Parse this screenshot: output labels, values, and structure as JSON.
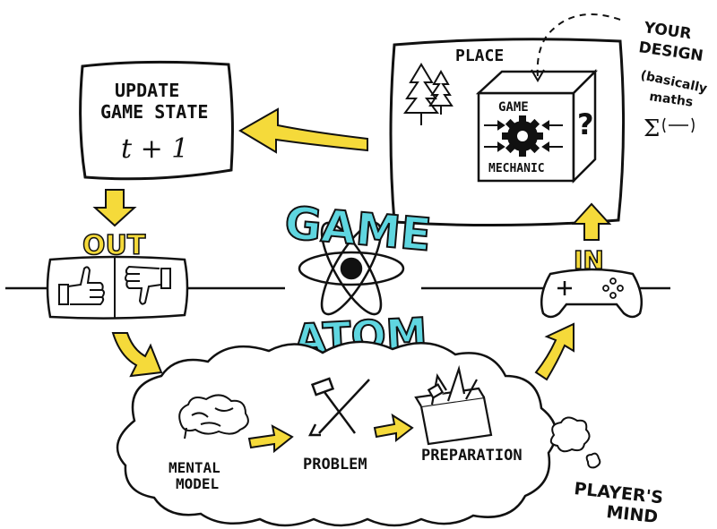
{
  "update_box": {
    "title_line1": "UPDATE",
    "title_line2": "GAME STATE",
    "formula": "t + 1"
  },
  "place_box": {
    "title": "PLACE",
    "cube_top_label": "GAME",
    "cube_bottom_label": "MECHANIC",
    "cube_side_symbol": "?"
  },
  "design_note": {
    "line1": "YOUR",
    "line2": "DESIGN",
    "line3": "(basically",
    "line4": "maths"
  },
  "center_title": {
    "top": "GAME",
    "bottom": "ATOM"
  },
  "output_label": "OUT",
  "input_label": "IN",
  "mind_steps": {
    "step1_line1": "MENTAL",
    "step1_line2": "MODEL",
    "step2": "PROBLEM",
    "step3": "PREPARATION"
  },
  "mind_label": {
    "line1": "PLAYER'S",
    "line2": "MIND"
  },
  "colors": {
    "arrow_yellow": "#F5DA3A",
    "atom_cyan": "#5FD6E0",
    "ink": "#111111"
  }
}
